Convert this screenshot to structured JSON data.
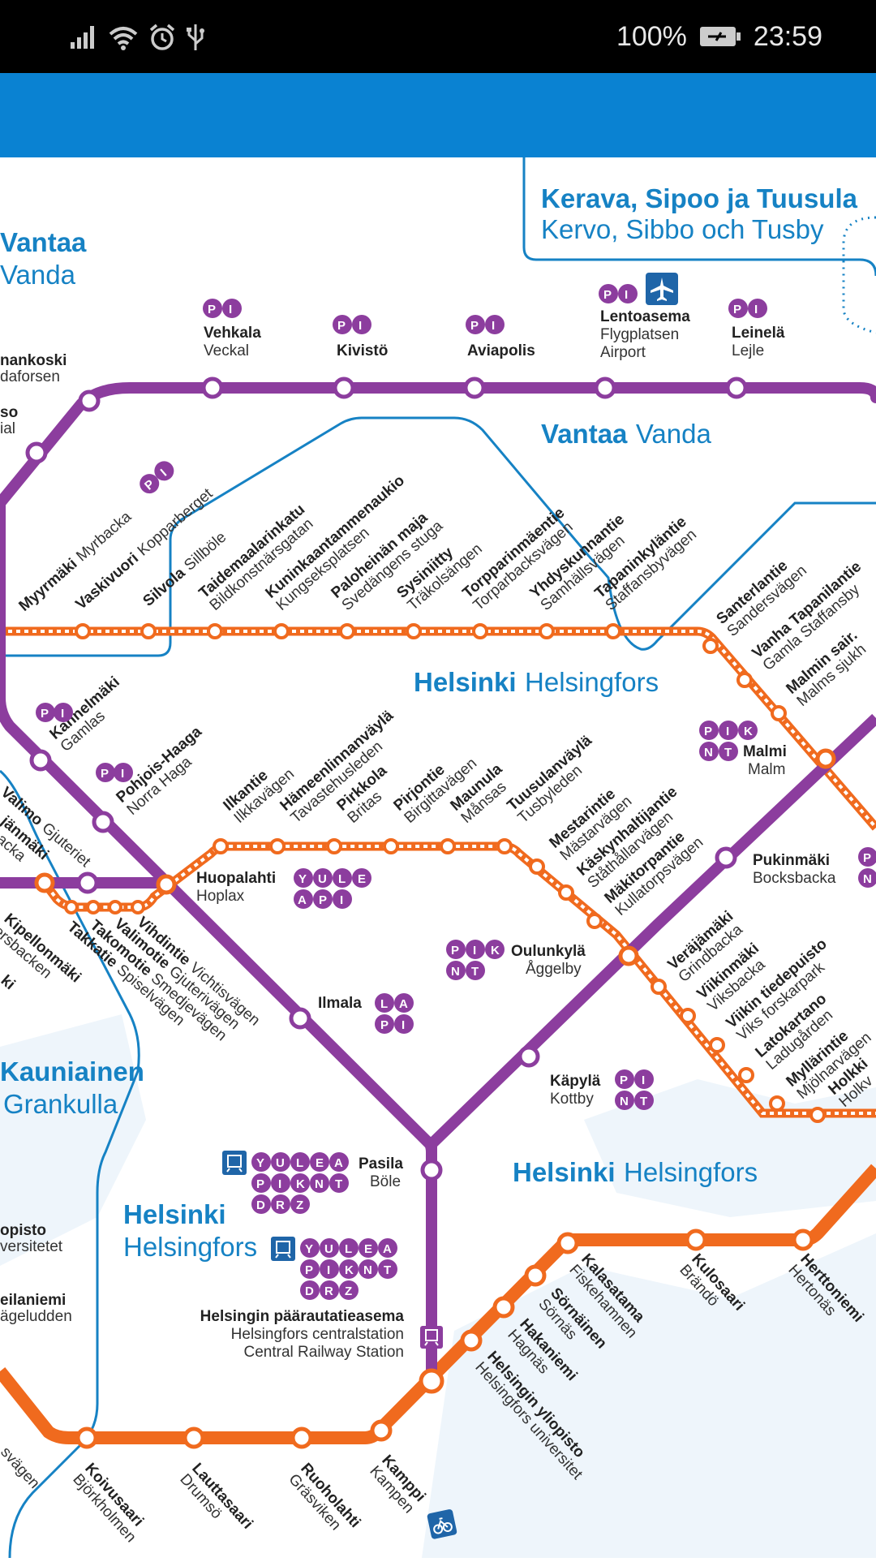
{
  "status_bar": {
    "battery": "100%",
    "time": "23:59",
    "icons": [
      "signal-icon",
      "wifi-icon",
      "alarm-icon",
      "usb-icon",
      "battery-icon"
    ]
  },
  "colors": {
    "ring_rail": "#8c3d9e",
    "orange_line": "#f06a1e",
    "zone_border": "#1682c4",
    "app_bar": "#0a82d2",
    "water": "#eef5fb"
  },
  "regions": {
    "kerava": {
      "fi": "Kerava, Sipoo ja Tuusula",
      "sv": "Kervo, Sibbo och Tusby"
    },
    "vantaa_left": {
      "fi": "Vantaa",
      "sv": "Vanda"
    },
    "vantaa_center": {
      "fi": "Vantaa",
      "sv": "Vanda"
    },
    "helsinki_mid": {
      "fi": "Helsinki",
      "sv": "Helsingfors"
    },
    "helsinki_center": {
      "fi": "Helsinki",
      "sv": "Helsingfors"
    },
    "helsinki_left": {
      "fi": "Helsinki",
      "sv": "Helsingfors"
    },
    "kauniainen": {
      "fi": "Kauniainen",
      "sv": "Grankulla"
    }
  },
  "ring_top": [
    {
      "fi": "Vehkala",
      "sv": "Veckal",
      "badges": "PI"
    },
    {
      "fi": "Kivistö",
      "sv": "",
      "badges": "PI"
    },
    {
      "fi": "Aviapolis",
      "sv": "",
      "badges": "PI"
    },
    {
      "fi": "Lentoasema",
      "sv": "Flygplatsen",
      "en": "Airport",
      "badges": "PI"
    },
    {
      "fi": "Leinelä",
      "sv": "Lejle",
      "badges": "PI"
    }
  ],
  "ring_left_partial": [
    {
      "fi": "nankoski",
      "sv": "daforsen"
    },
    {
      "fi": "so",
      "sv": "ial"
    }
  ],
  "ring_diag": [
    {
      "fi": "Myyrmäki",
      "sv": "Myrbacka",
      "badges": "PI"
    },
    {
      "fi": "Kannelmäki",
      "sv": "Gamlas",
      "badges": "PI"
    },
    {
      "fi": "Pohjois-Haaga",
      "sv": "Norra Haga",
      "badges": "PI"
    },
    {
      "fi": "Valimo",
      "sv": "Gjuteriet"
    }
  ],
  "vantaa_branch": [
    {
      "fi": "Vaskivuori",
      "sv": "Kopparberget"
    },
    {
      "fi": "Silvola",
      "sv": "Sillböle"
    },
    {
      "fi": "Taidemaalarinkatu",
      "sv": "Bildkonstnärsgatan"
    },
    {
      "fi": "Kuninkaantammenaukio",
      "sv": "Kungseksplatsen"
    },
    {
      "fi": "Paloheinän maja",
      "sv": "Svedängens stuga"
    },
    {
      "fi": "Sysiniitty",
      "sv": "Träkolsängen"
    },
    {
      "fi": "Torpparinmäentie",
      "sv": "Torparbacksvägen"
    },
    {
      "fi": "Yhdyskunnantie",
      "sv": "Samhällsvägen"
    },
    {
      "fi": "Tapaninkyläntie",
      "sv": "Staffansbyvägen"
    },
    {
      "fi": "Santerlantie",
      "sv": "Sandersvägen"
    },
    {
      "fi": "Vanha Tapanilantie",
      "sv": "Gamla Staffansby"
    },
    {
      "fi": "Malmin sair.",
      "sv": "Malms sjukh"
    }
  ],
  "middle_branch": [
    {
      "fi": "Ilkantie",
      "sv": "Ilkkavägen"
    },
    {
      "fi": "Hämeenlinnanväylä",
      "sv": "Tavastehusleden"
    },
    {
      "fi": "Pirkkola",
      "sv": "Britas"
    },
    {
      "fi": "Pirjontie",
      "sv": "Birgittavägen"
    },
    {
      "fi": "Maunula",
      "sv": "Månsas"
    },
    {
      "fi": "Tuusulanväylä",
      "sv": "Tusbyleden"
    },
    {
      "fi": "Mestarintie",
      "sv": "Mästarvägen"
    },
    {
      "fi": "Käskynhaltijantie",
      "sv": "Ståthållarvägen"
    },
    {
      "fi": "Mäkitorpantie",
      "sv": "Kullatorpsvägen"
    },
    {
      "fi": "Veräjämäki",
      "sv": "Grindbacka"
    },
    {
      "fi": "Viikinmäki",
      "sv": "Viksbacka"
    },
    {
      "fi": "Viikin tiedepuisto",
      "sv": "Viks forskarpark"
    },
    {
      "fi": "Latokartano",
      "sv": "Ladugården"
    },
    {
      "fi": "Myllärintie",
      "sv": "Mjölnarvägen"
    },
    {
      "fi": "Holkki",
      "sv": "Holkv"
    }
  ],
  "left_branch": [
    {
      "fi": "Vihdintie",
      "sv": "Vichtisvägen"
    },
    {
      "fi": "Valimotie",
      "sv": "Gjuterivägen"
    },
    {
      "fi": "Takomotie",
      "sv": "Smedjevägen"
    },
    {
      "fi": "Takkatie",
      "sv": "Spiselvägen"
    },
    {
      "fi": "Kipellonmäki",
      "sv": "ersbacken"
    },
    {
      "fi": "jänmäki",
      "sv": "backa"
    },
    {
      "fi": "ki",
      "sv": ""
    }
  ],
  "main_stations": {
    "huopalahti": {
      "fi": "Huopalahti",
      "sv": "Hoplax",
      "badges": [
        "YULE",
        "API"
      ]
    },
    "ilmala": {
      "fi": "Ilmala",
      "sv": "",
      "badges": [
        "LA",
        "PI"
      ]
    },
    "malmi": {
      "fi": "Malmi",
      "sv": "Malm",
      "badges": [
        "PIK",
        "NT"
      ]
    },
    "pukinmaki": {
      "fi": "Pukinmäki",
      "sv": "Bocksbacka",
      "badges": [
        "P",
        "N"
      ]
    },
    "oulunkyla": {
      "fi": "Oulunkylä",
      "sv": "Åggelby",
      "badges": [
        "PIK",
        "NT"
      ]
    },
    "kapyla": {
      "fi": "Käpylä",
      "sv": "Kottby",
      "badges": [
        "PI",
        "NT"
      ]
    },
    "pasila": {
      "fi": "Pasila",
      "sv": "Böle",
      "badges": [
        "YULEA",
        "PIKNT",
        "DRZ"
      ]
    },
    "central": {
      "fi": "Helsingin päärautatieasema",
      "sv": "Helsingfors centralstation",
      "en": "Central Railway Station",
      "badges": [
        "YULEA",
        "PIKNT",
        "DRZ"
      ]
    }
  },
  "metro": [
    {
      "fi": "Kalasatama",
      "sv": "Fiskehamnen"
    },
    {
      "fi": "Kulosaari",
      "sv": "Brändö"
    },
    {
      "fi": "Herttoniemi",
      "sv": "Hertonäs"
    },
    {
      "fi": "Sörnäinen",
      "sv": "Sörnäs"
    },
    {
      "fi": "Hakaniemi",
      "sv": "Hagnäs"
    },
    {
      "fi": "Helsingin yliopisto",
      "sv": "Helsingfors universitet"
    },
    {
      "fi": "Kamppi",
      "sv": "Kampen"
    },
    {
      "fi": "Ruoholahti",
      "sv": "Gräsviken"
    },
    {
      "fi": "Lauttasaari",
      "sv": "Drumsö"
    },
    {
      "fi": "Koivusaari",
      "sv": "Björkholmen"
    }
  ],
  "metro_left_partial": [
    {
      "fi": "opisto",
      "sv": "versitetet"
    },
    {
      "fi": "eilaniemi",
      "sv": "ägeludden"
    },
    {
      "fi": "",
      "sv": "svägen"
    }
  ]
}
